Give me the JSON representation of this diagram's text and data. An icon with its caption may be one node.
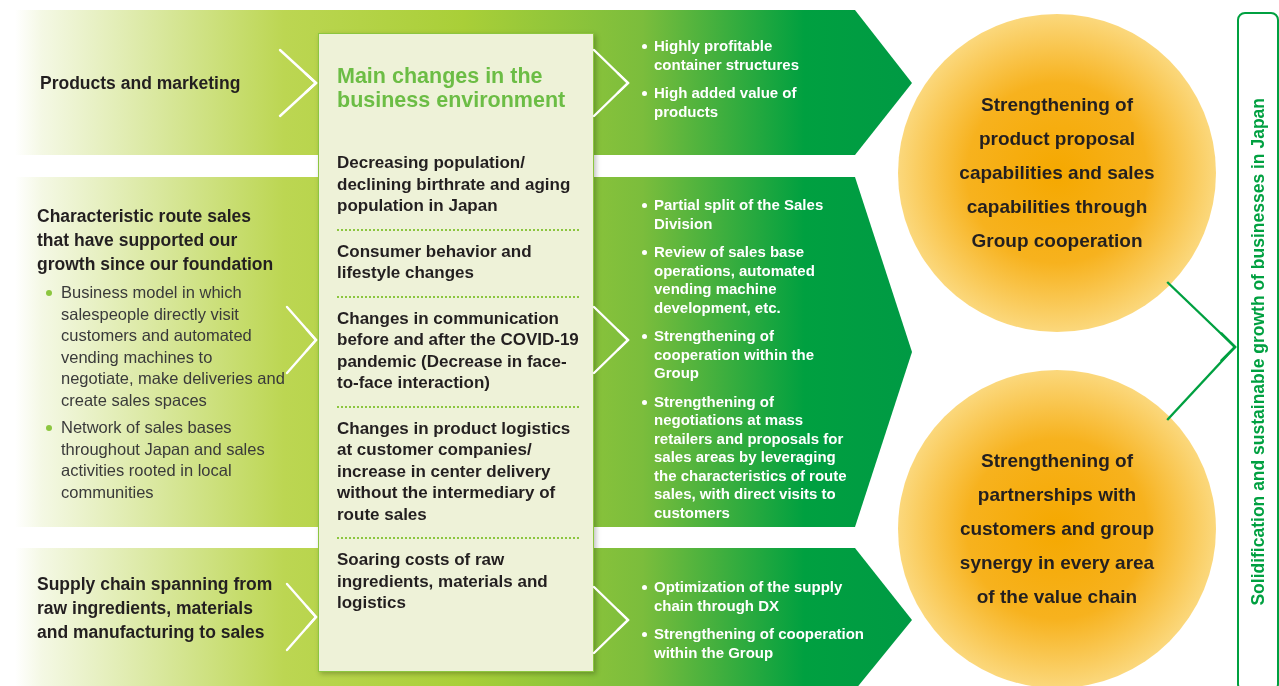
{
  "diagram": {
    "nodes": [
      {
        "text": [
          "Products and marketing"
        ]
      },
      {
        "text": [
          "Characteristic route sales that have supported our growth since our foundation",
          "Business model in which salespeople directly visit customers and automated vending machines to negotiate, make deliveries and create sales spaces",
          "Network of sales bases throughout Japan and sales activities rooted in local communities"
        ]
      },
      {
        "text": [
          "Supply chain spanning from raw ingredients, materials and manufacturing to sales"
        ]
      },
      {
        "text": [
          "Main changes in the business environment",
          "Decreasing population/ declining birthrate and aging population in Japan",
          "Consumer behavior and lifestyle changes",
          "Changes in communication before and after the COVID-19 pandemic (Decrease in face-to-face interaction)",
          "Changes in product logistics at customer companies/ increase in center delivery without the intermediary of route sales",
          "Soaring costs of raw ingredients, materials and logistics"
        ]
      },
      {
        "text": [
          "Highly profitable container structures",
          "High added value of products"
        ]
      },
      {
        "text": [
          "Partial split of the Sales Division",
          "Review of sales base operations, automated vending machine development, etc.",
          "Strengthening of cooperation within the Group",
          "Strengthening of negotiations at mass retailers and proposals for sales areas by leveraging the characteristics of route sales, with direct visits to customers"
        ]
      },
      {
        "text": [
          "Optimization of the supply chain through DX",
          "Strengthening of cooperation within the Group"
        ]
      },
      {
        "text": [
          "Strengthening of product proposal capabilities and sales capabilities through Group cooperation"
        ]
      },
      {
        "text": [
          "Strengthening of partnerships with customers and group synergy in every area of the value chain"
        ]
      },
      {
        "text": [
          "Solidification and sustainable growth of businesses in Japan"
        ]
      }
    ],
    "edges": [
      {
        "from": 0,
        "to": 3,
        "arrow": "to"
      },
      {
        "from": 1,
        "to": 3,
        "arrow": "to"
      },
      {
        "from": 2,
        "to": 3,
        "arrow": "to"
      },
      {
        "from": 3,
        "to": 4,
        "arrow": "to"
      },
      {
        "from": 3,
        "to": 5,
        "arrow": "to"
      },
      {
        "from": 3,
        "to": 6,
        "arrow": "to"
      },
      {
        "from": 7,
        "to": 9,
        "arrow": "to",
        "color": "#00a040"
      },
      {
        "from": 8,
        "to": 9,
        "arrow": "to",
        "color": "#00a040"
      }
    ]
  }
}
